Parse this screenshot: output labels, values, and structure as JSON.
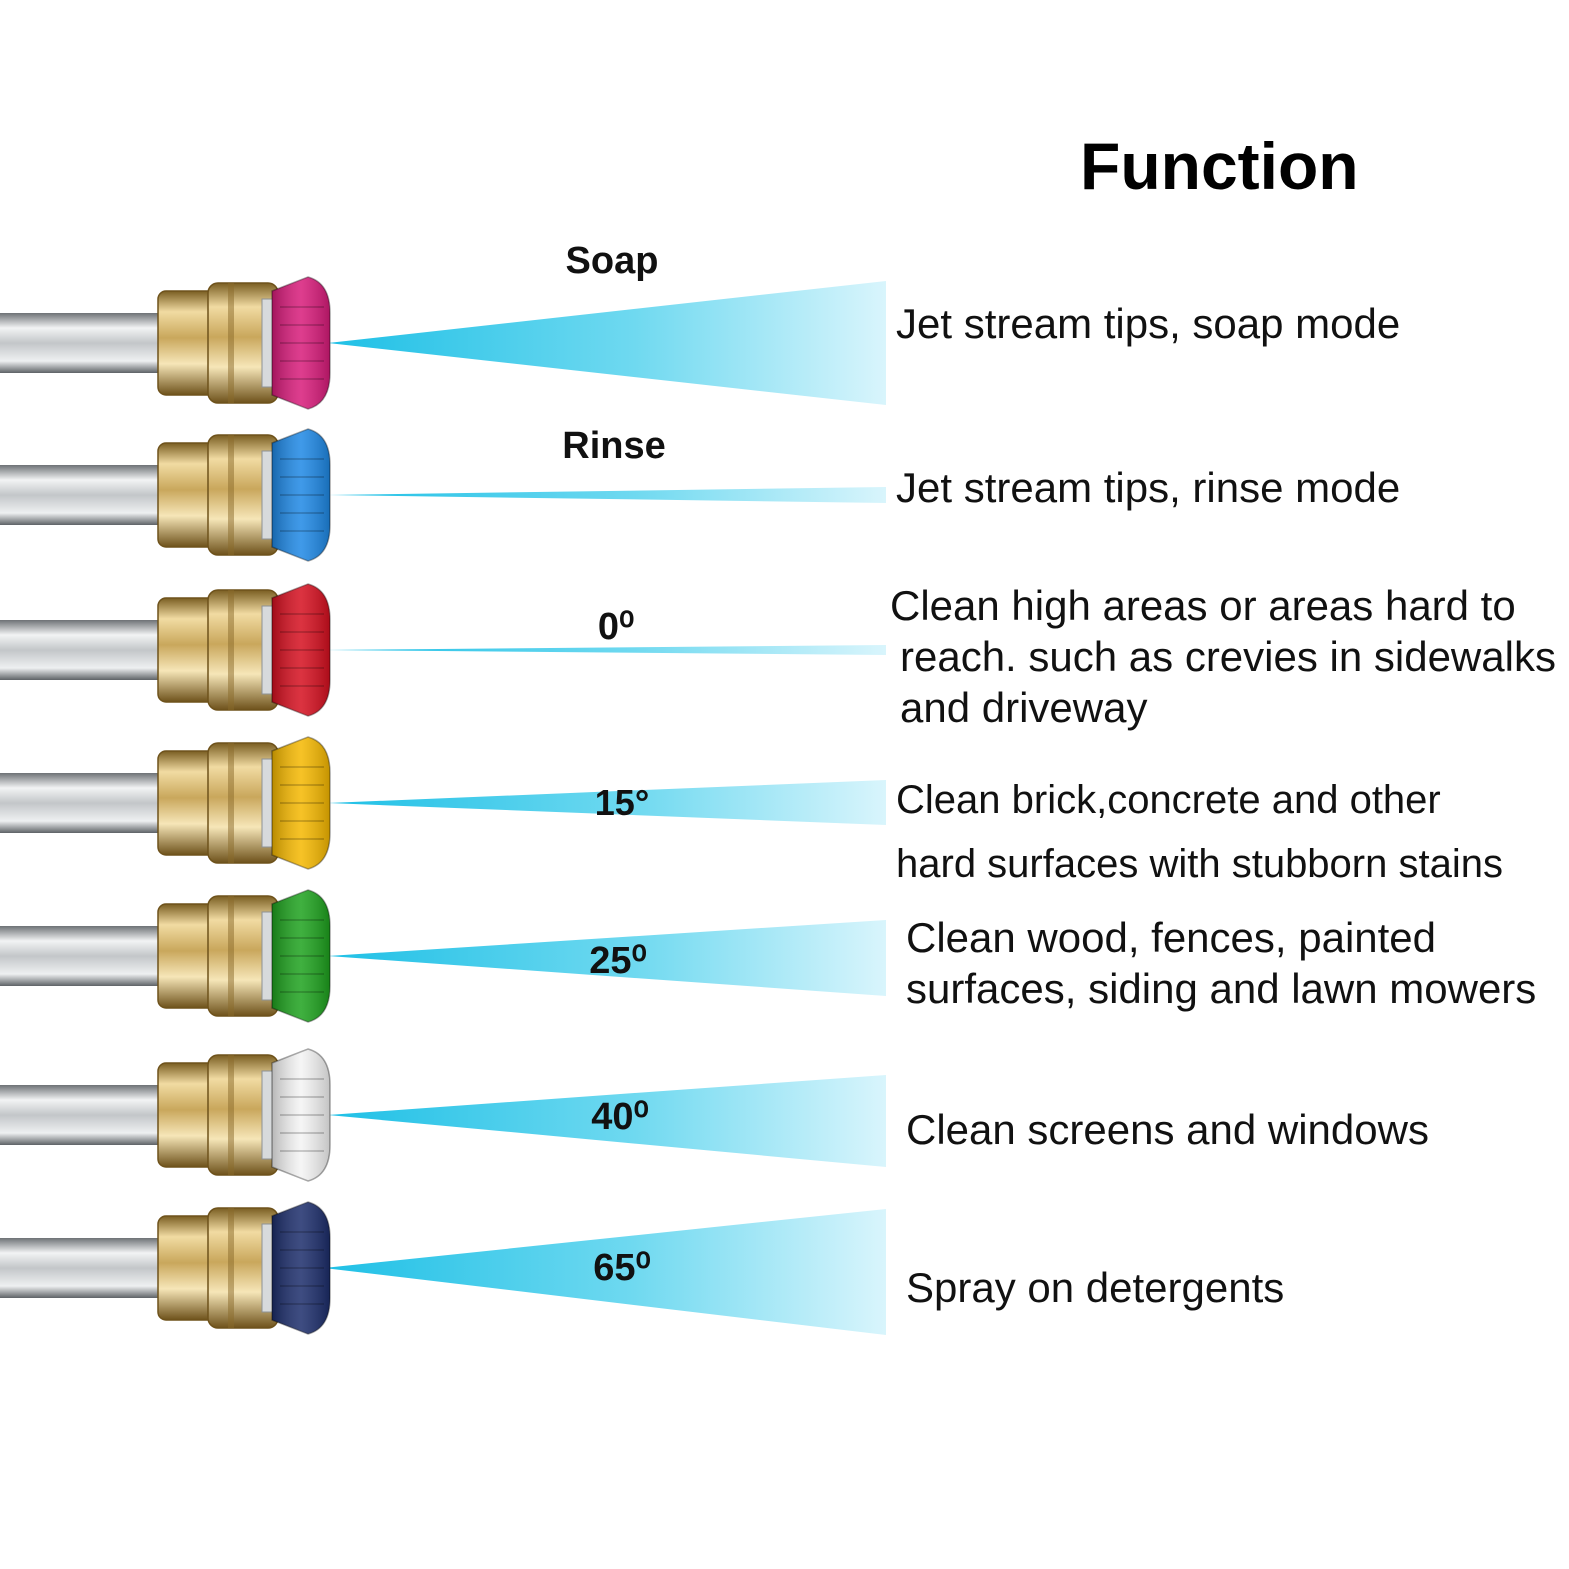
{
  "title": "Function",
  "tips": [
    {
      "label": "Soap",
      "color": "#d81b7a",
      "function": [
        "Jet stream tips, soap mode"
      ]
    },
    {
      "label": "Rinse",
      "color": "#1e88e5",
      "function": [
        "Jet stream tips, rinse mode"
      ]
    },
    {
      "label": "0⁰",
      "color": "#d50f1f",
      "function": [
        "Clean high areas or areas hard to",
        "reach. such as crevies in sidewalks",
        "and driveway"
      ]
    },
    {
      "label": "15°",
      "color": "#f5b800",
      "function": [
        "Clean brick,concrete and other",
        "hard surfaces with stubborn stains"
      ]
    },
    {
      "label": "25⁰",
      "color": "#1ea21e",
      "function": [
        "Clean wood, fences, painted",
        "surfaces, siding and lawn mowers"
      ]
    },
    {
      "label": "40⁰",
      "color": "#f4f4f4",
      "function": [
        "Clean screens and windows"
      ]
    },
    {
      "label": "65⁰",
      "color": "#1c2d6b",
      "function": [
        "Spray on detergents"
      ]
    }
  ],
  "colors": {
    "spray": "#3fcdea",
    "brass": "#c9a75c",
    "steel": "#b8bcc0"
  }
}
